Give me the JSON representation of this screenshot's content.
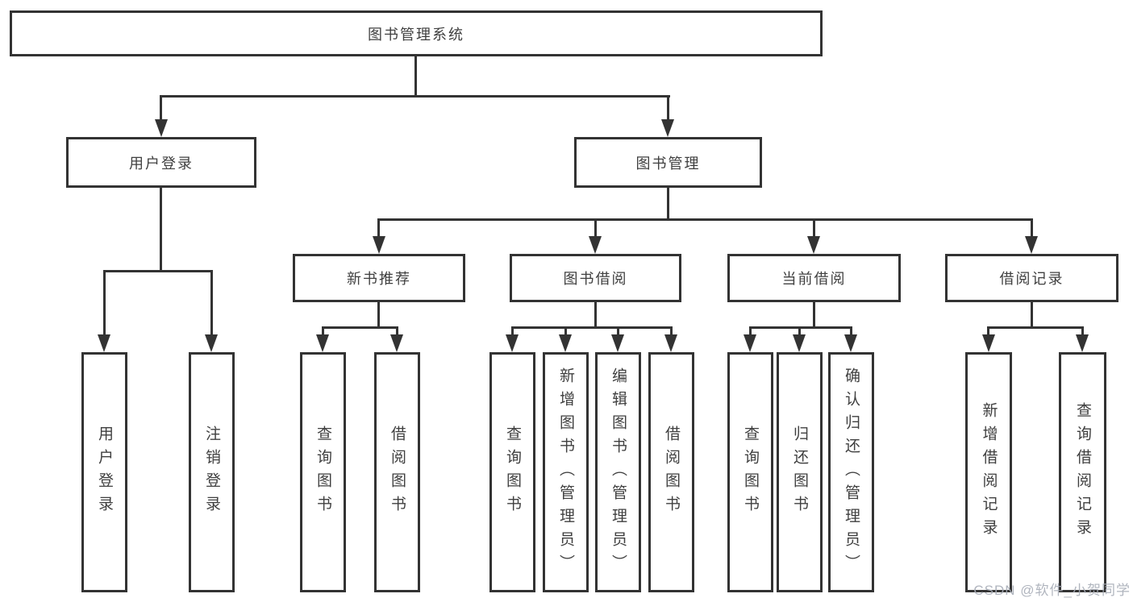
{
  "tree": {
    "root_label": "图书管理系统",
    "branches": [
      {
        "label": "用户登录",
        "leaves": [
          "用户登录",
          "注销登录"
        ]
      },
      {
        "label": "图书管理",
        "sections": [
          {
            "label": "新书推荐",
            "leaves": [
              "查询图书",
              "借阅图书"
            ]
          },
          {
            "label": "图书借阅",
            "leaves": [
              "查询图书",
              "新增图书（管理员）",
              "编辑图书（管理员）",
              "借阅图书"
            ]
          },
          {
            "label": "当前借阅",
            "leaves": [
              "查询图书",
              "归还图书",
              "确认归还（管理员）"
            ]
          },
          {
            "label": "借阅记录",
            "leaves": [
              "新增借阅记录",
              "查询借阅记录"
            ]
          }
        ]
      }
    ]
  },
  "watermark": "CSDN @软件_小贺同学",
  "colors": {
    "line": "#333333",
    "text": "#3f3f3f",
    "background": "#ffffff",
    "watermark": "#a8adb8"
  }
}
